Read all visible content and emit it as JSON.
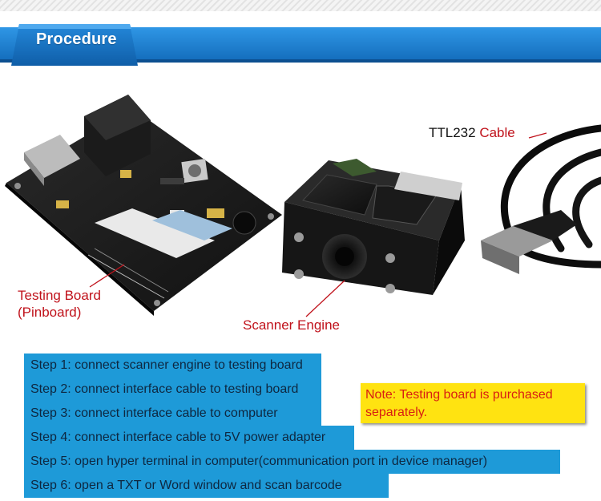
{
  "header": {
    "title": "Procedure"
  },
  "labels": {
    "testing_board_line1": "Testing Board",
    "testing_board_line2": "(Pinboard)",
    "scanner_engine": "Scanner Engine",
    "cable_prefix": "TTL232",
    "cable_suffix": "Cable"
  },
  "steps": [
    "Step 1: connect scanner engine to testing board",
    "Step 2: connect interface cable to testing board",
    "Step 3: connect interface cable to computer",
    "Step 4: connect interface cable to 5V power adapter",
    "Step 5: open hyper terminal in computer(communication port in device manager)",
    "Step 6: open a TXT or Word window and scan barcode"
  ],
  "note": "Note: Testing board is purchased separately.",
  "colors": {
    "banner_blue": "#1a7ed0",
    "step_blue": "#1e9ad8",
    "note_yellow": "#ffe311",
    "label_red": "#c0121b"
  }
}
